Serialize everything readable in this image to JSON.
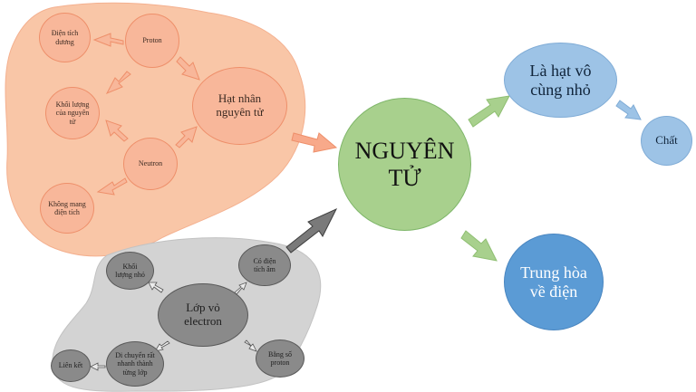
{
  "center": {
    "line1": "NGUYÊN",
    "line2": "TỬ"
  },
  "orange_group": {
    "hat_nhan": {
      "line1": "Hạt nhân",
      "line2": "nguyên tử"
    },
    "proton": "Proton",
    "neutron": "Neutron",
    "dien_tich_duong": {
      "line1": "Điện tích",
      "line2": "dương"
    },
    "khoi_luong": {
      "line1": "Khối lượng",
      "line2": "của nguyên",
      "line3": "tử"
    },
    "khong_mang": {
      "line1": "Không mang",
      "line2": "điện tích"
    }
  },
  "grey_group": {
    "lop_vo": {
      "line1": "Lớp vỏ",
      "line2": "electron"
    },
    "khoi_luong_nho": {
      "line1": "Khối",
      "line2": "lượng nhỏ"
    },
    "co_dien_tich_am": {
      "line1": "Có điện",
      "line2": "tích âm"
    },
    "bang_so_proton": {
      "line1": "Bằng số",
      "line2": "proton"
    },
    "di_chuyen": {
      "line1": "Di chuyển rất",
      "line2": "nhanh thành",
      "line3": "từng lớp"
    },
    "lien_ket": "Liên kết"
  },
  "blue_group": {
    "la_hat_vo": {
      "line1": "Là hạt vô",
      "line2": "cùng nhỏ"
    },
    "chat": "Chất",
    "trung_hoa": {
      "line1": "Trung hòa",
      "line2": "về điện"
    }
  },
  "colors": {
    "orange_fill": "#f8b79a",
    "orange_group_bg": "#f9c6a7",
    "grey_fill": "#8a8a8a",
    "grey_group_bg": "#d3d3d3",
    "green": "#a8d08d",
    "light_blue": "#9dc3e6",
    "blue": "#5b9bd5"
  }
}
